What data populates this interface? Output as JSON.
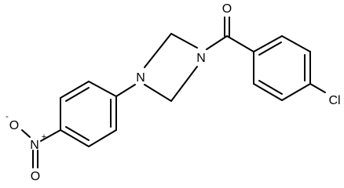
{
  "molecule": {
    "atoms": {
      "O_carbonyl": "O",
      "N_amide": "N",
      "N_aryl": "N",
      "Cl": "Cl",
      "O_nitro_top": "O",
      "N_nitro": "N",
      "O_nitro_bottom": "O"
    },
    "charges": {
      "O_nitro_top": "-",
      "N_nitro": "+"
    }
  }
}
